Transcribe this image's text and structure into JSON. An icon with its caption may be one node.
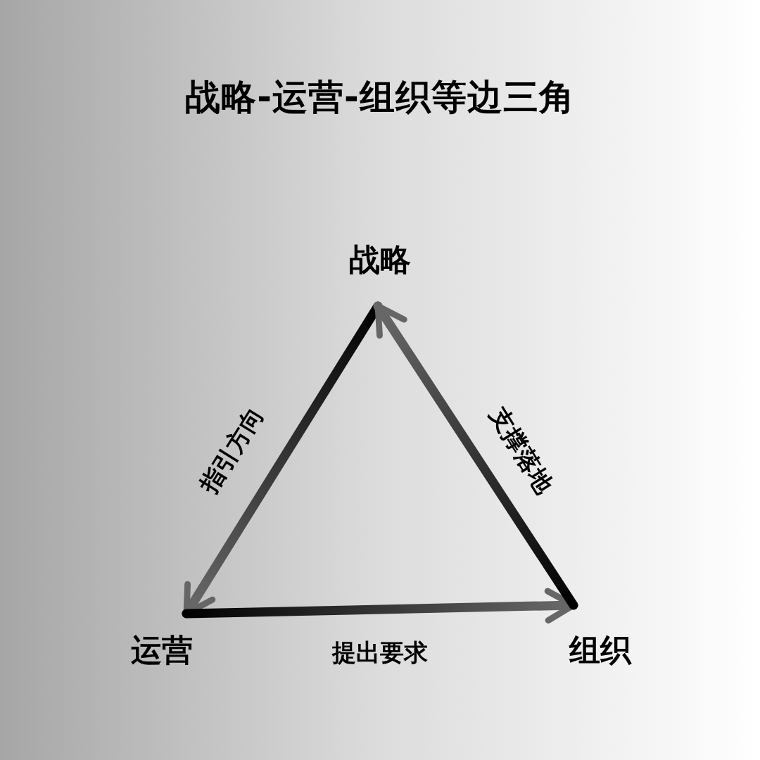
{
  "diagram": {
    "title": "战略-运营-组织等边三角",
    "nodes": [
      {
        "text": [
          "战略"
        ]
      },
      {
        "text": [
          "运营"
        ]
      },
      {
        "text": [
          "组织"
        ]
      }
    ],
    "edges": [
      {
        "from": 0,
        "to": 1,
        "arrow": "to",
        "label": "指引方向"
      },
      {
        "from": 1,
        "to": 2,
        "arrow": "to",
        "label": "提出要求"
      },
      {
        "from": 2,
        "to": 0,
        "arrow": "to",
        "label": "支撑落地"
      }
    ]
  }
}
